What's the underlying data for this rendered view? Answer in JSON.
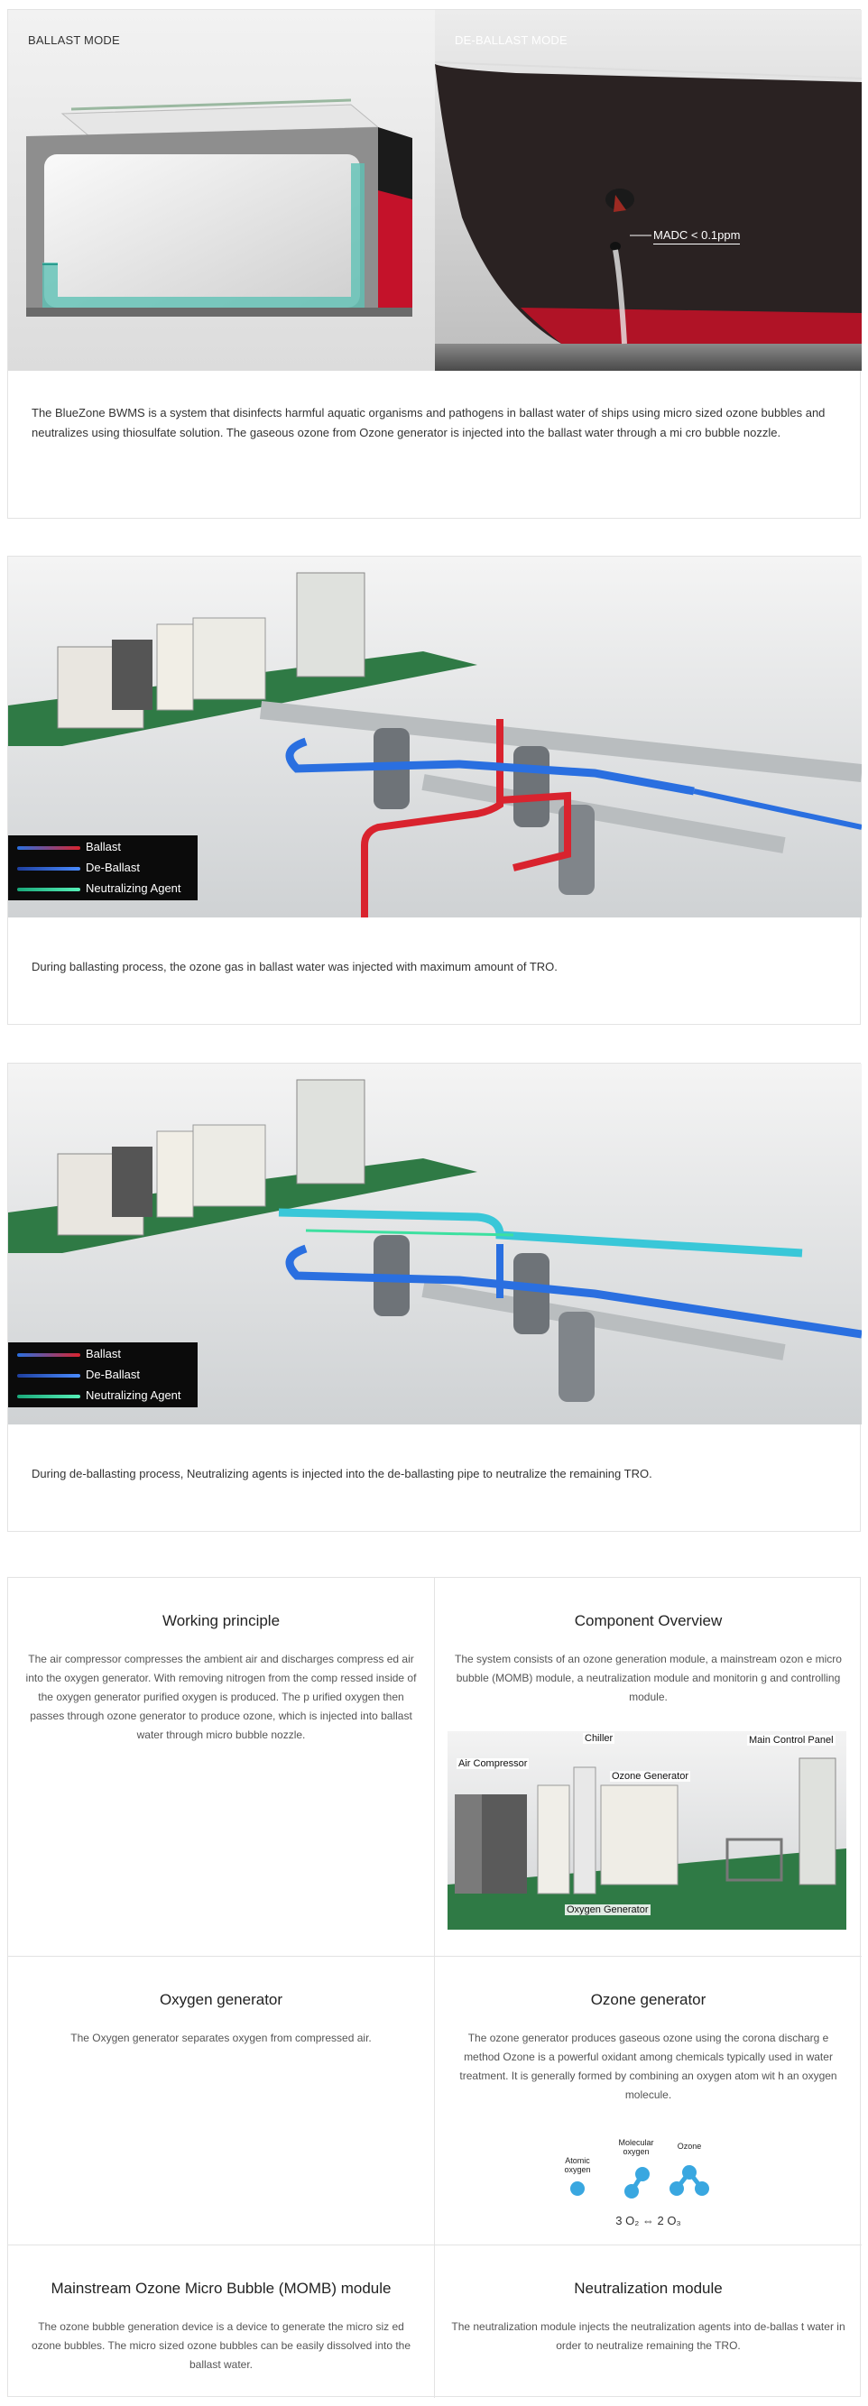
{
  "section1": {
    "ballast_label": "BALLAST MODE",
    "deballast_label": "DE-BALLAST MODE",
    "madc_label": "MADC < 0.1ppm",
    "description": "The BlueZone BWMS is a system that disinfects harmful aquatic organisms and pathogens in ballast water of ships using micro sized ozone bubbles and neutralizes using thiosulfate solution. The gaseous ozone from Ozone generator is injected into the ballast water through a mi cro bubble nozzle."
  },
  "legend": {
    "ballast": "Ballast",
    "deballast": "De-Ballast",
    "neutralizing": "Neutralizing Agent"
  },
  "section2": {
    "caption": "During ballasting process, the ozone gas in ballast water was injected with maximum amount of TRO."
  },
  "section3": {
    "caption": "During de-ballasting process, Neutralizing agents is injected into the de-ballasting pipe to neutralize the remaining TRO."
  },
  "grid": {
    "working": {
      "title": "Working principle",
      "body": "The air compressor compresses the ambient air and discharges compress ed air into the oxygen generator. With removing nitrogen from the comp ressed inside of the oxygen generator purified oxygen is produced. The p urified oxygen then passes through ozone generator to produce ozone, which is injected into ballast water through micro bubble nozzle."
    },
    "component": {
      "title": "Component Overview",
      "body": "The system consists of an ozone generation module, a mainstream ozon e micro bubble (MOMB) module, a neutralization module and monitorin g and controlling module.",
      "labels": {
        "air_compressor": "Air Compressor",
        "chiller": "Chiller",
        "main_control": "Main Control Panel",
        "ozone_generator": "Ozone Generator",
        "oxygen_generator": "Oxygen Generator"
      }
    },
    "oxygen": {
      "title": "Oxygen generator",
      "body": "The Oxygen generator separates oxygen from compressed air."
    },
    "ozone": {
      "title": "Ozone generator",
      "body": "The ozone generator produces gaseous ozone using the corona discharg e method Ozone is a powerful oxidant among chemicals typically used in water treatment. It is generally formed by combining an oxygen atom wit h an oxygen molecule.",
      "atomic": "Atomic oxygen",
      "molecular": "Molecular oxygen",
      "ozone_label": "Ozone",
      "equation": "3 O₂ ⇔ 2 O₃"
    },
    "momb": {
      "title": "Mainstream Ozone Micro Bubble (MOMB) module",
      "body": "The ozone bubble generation device is a device to generate the micro siz ed ozone bubbles. The micro sized ozone bubbles can be easily dissolved into the ballast water."
    },
    "neutral": {
      "title": "Neutralization module",
      "body": "The neutralization module injects the neutralization agents into de-ballas t water in order to neutralize remaining the TRO."
    }
  },
  "colors": {
    "ballast_line": "#d9232e",
    "deballast_line": "#2a6fe0",
    "neutral_line": "#3de0a0",
    "deck_green": "#2f7a45",
    "hull_red": "#c4122a"
  }
}
